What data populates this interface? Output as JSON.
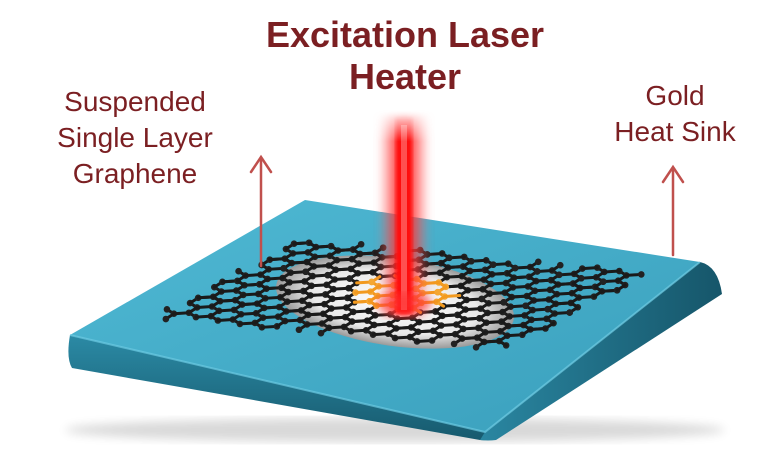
{
  "labels": {
    "title_line1": "Excitation Laser",
    "title_line2": "Heater",
    "left_line1": "Suspended",
    "left_line2": "Single Layer",
    "left_line3": "Graphene",
    "right_line1": "Gold",
    "right_line2": "Heat Sink"
  },
  "colors": {
    "text": "#7b1f22",
    "substrate_top": "#41aac6",
    "substrate_side": "#1f6d83",
    "laser": "#e4161b",
    "hot_lattice": "#f29a1f",
    "lattice": "#1a1a1a",
    "arrow": "#c0504d"
  },
  "icons": [
    "up-arrow-icon",
    "laser-beam-icon",
    "graphene-lattice-icon"
  ]
}
